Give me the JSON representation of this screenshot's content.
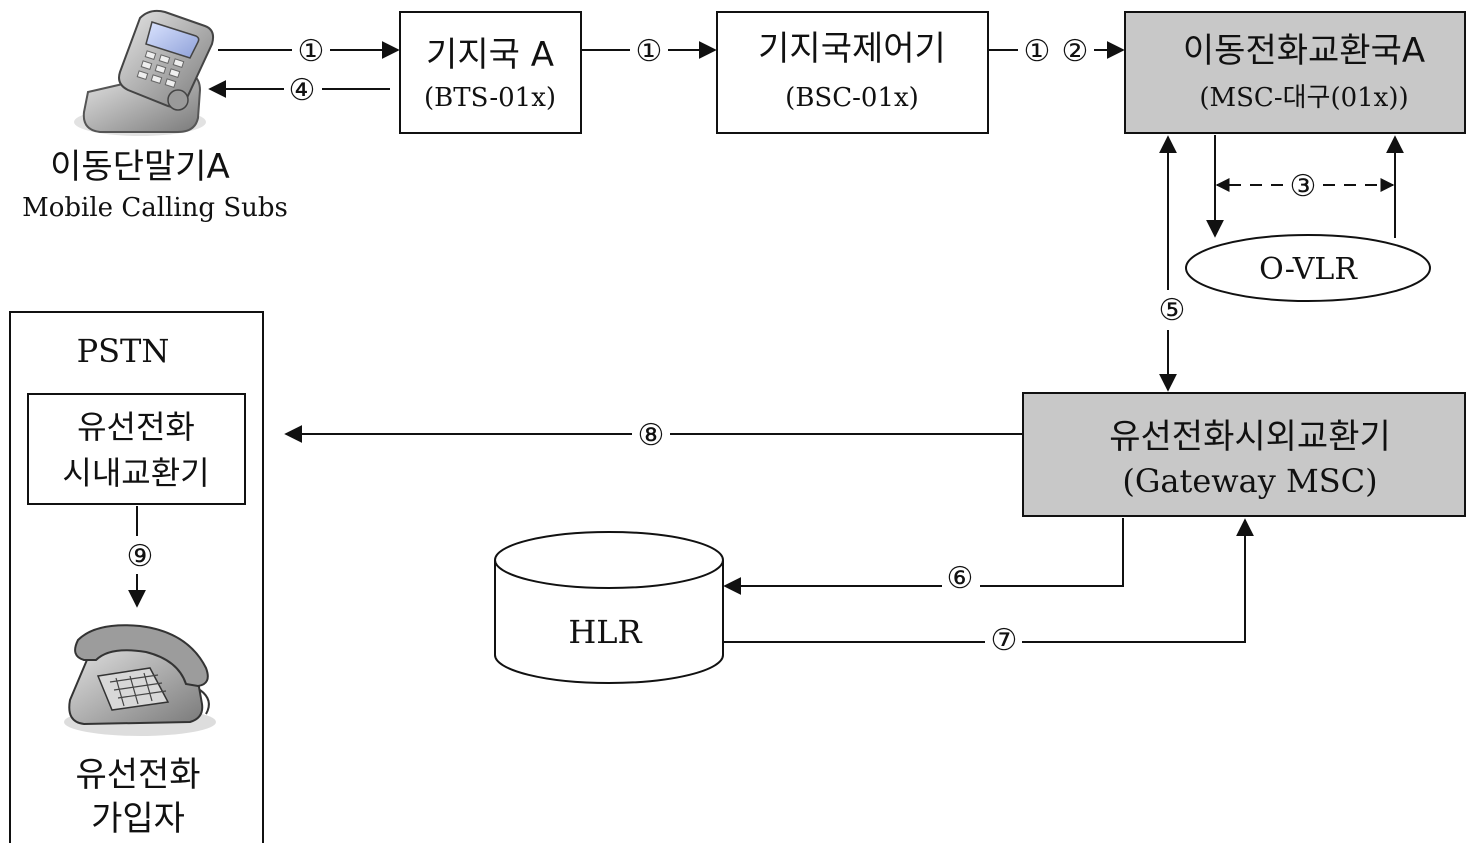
{
  "nodes": {
    "mobile_terminal": {
      "label_ko": "이동단말기A",
      "label_en": "Mobile Calling Subs"
    },
    "bts": {
      "label_ko": "기지국 A",
      "label_en": "(BTS-01x)"
    },
    "bsc": {
      "label_ko": "기지국제어기",
      "label_en": "(BSC-01x)"
    },
    "msc": {
      "label_ko": "이동전화교환국A",
      "label_en": "(MSC-대구(01x))"
    },
    "vlr": {
      "label": "O-VLR"
    },
    "gmsc": {
      "label_ko": "유선전화시외교환기",
      "label_en": "(Gateway MSC)"
    },
    "hlr": {
      "label": "HLR"
    },
    "pstn": {
      "label": "PSTN"
    },
    "local_exchange": {
      "line1": "유선전화",
      "line2": "시내교환기"
    },
    "wired_subscriber": {
      "line1": "유선전화",
      "line2": "가입자"
    }
  },
  "steps": {
    "s1": "①",
    "s2": "②",
    "s3": "③",
    "s4": "④",
    "s5": "⑤",
    "s6": "⑥",
    "s7": "⑦",
    "s8": "⑧",
    "s9": "⑨"
  },
  "colors": {
    "msc_fill": "#c8c8c8",
    "gmsc_fill": "#c8c8c8",
    "line": "#111111"
  }
}
